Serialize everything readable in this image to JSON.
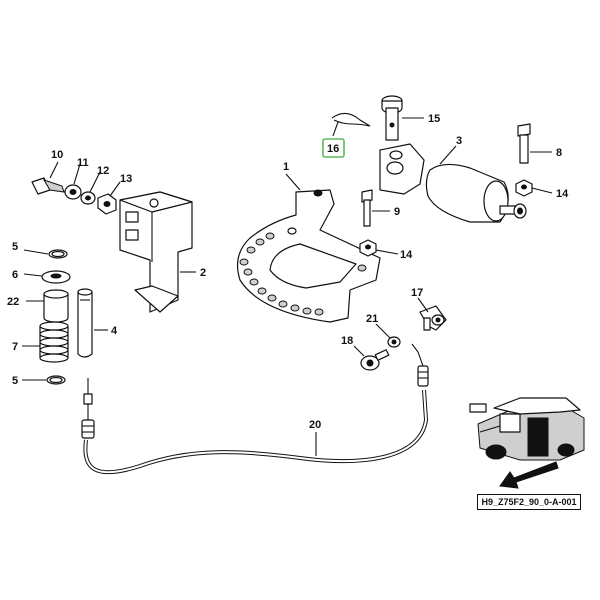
{
  "diagram": {
    "reference_code": "H9_Z75F2_90_0-A-001",
    "highlighted_callout": "16",
    "highlight_color": "#5fb85f",
    "callouts": {
      "c1": "1",
      "c2": "2",
      "c3": "3",
      "c4": "4",
      "c5a": "5",
      "c5b": "5",
      "c6": "6",
      "c7": "7",
      "c8": "8",
      "c9": "9",
      "c10": "10",
      "c11": "11",
      "c12": "12",
      "c13": "13",
      "c14a": "14",
      "c14b": "14",
      "c15": "15",
      "c16": "16",
      "c17": "17",
      "c18": "18",
      "c20": "20",
      "c21": "21",
      "c22": "22"
    }
  }
}
